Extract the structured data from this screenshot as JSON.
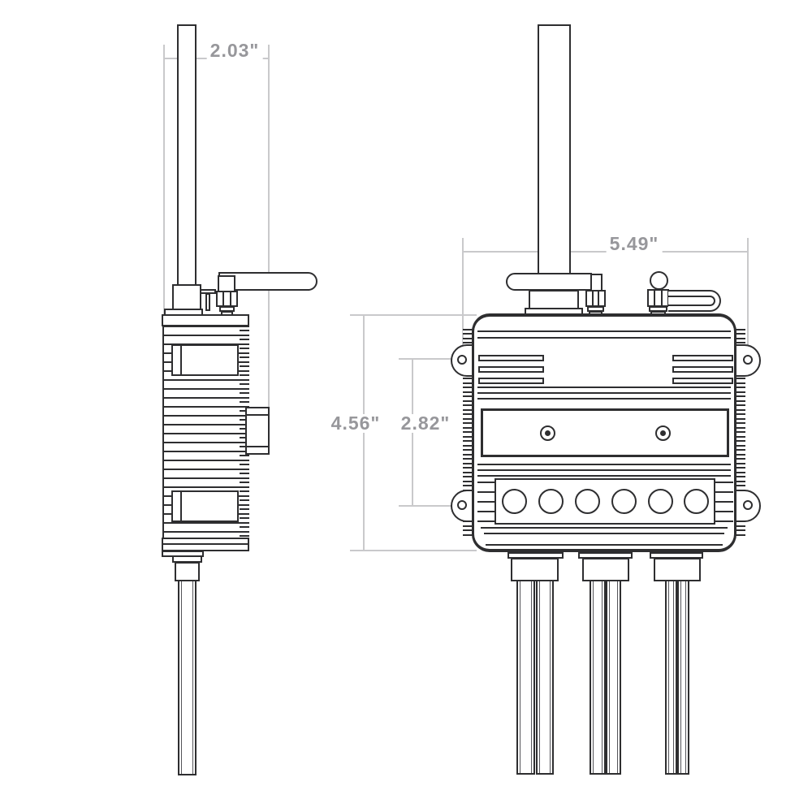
{
  "drawing": {
    "dimensions": {
      "side_depth": "2.03\"",
      "enclosure_width": "5.49\"",
      "enclosure_height": "4.56\"",
      "mount_hole_spacing": "2.82\""
    }
  }
}
